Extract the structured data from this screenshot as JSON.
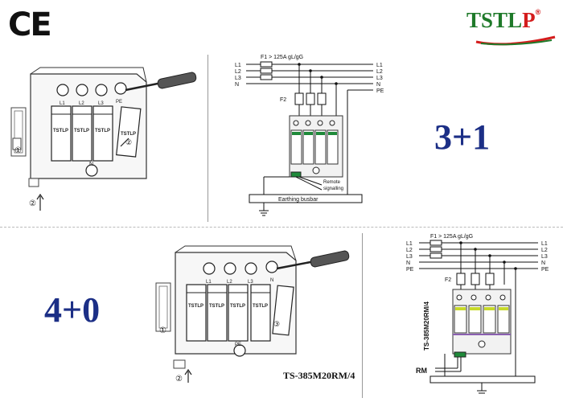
{
  "certification": {
    "mark": "CE"
  },
  "brand": {
    "name": "TSTLP",
    "letters": [
      {
        "ch": "T",
        "color": "#1f7a2a"
      },
      {
        "ch": "S",
        "color": "#1f7a2a"
      },
      {
        "ch": "T",
        "color": "#1f7a2a"
      },
      {
        "ch": "L",
        "color": "#1f7a2a"
      },
      {
        "ch": "P",
        "color": "#d41c1c"
      }
    ],
    "registered": "®"
  },
  "top_diagram": {
    "config_label": "3+1",
    "fuse_label": "F1 > 125A gL/gG",
    "fuse2_label": "F2",
    "lines_left": [
      "L1",
      "L2",
      "L3",
      "N"
    ],
    "lines_right": [
      "L1",
      "L2",
      "L3",
      "N",
      "PE"
    ],
    "remote_label_1": "Remote",
    "remote_label_2": "signalling",
    "busbar_label": "Earthing busbar",
    "device_terminals": [
      "L1",
      "L2",
      "L3",
      "PE"
    ],
    "device_bottom_terminal": "N",
    "module_brand": "TSTLP",
    "step_1": "①",
    "step_2": "②"
  },
  "bottom_diagram": {
    "config_label": "4+0",
    "fuse_label": "F1 > 125A gL/gG",
    "fuse2_label": "F2",
    "lines_left": [
      "L1",
      "L2",
      "L3",
      "N",
      "PE"
    ],
    "lines_right": [
      "L1",
      "L2",
      "L3",
      "N",
      "PE"
    ],
    "vertical_model": "TS-385M20RM/4",
    "rm_label": "RM",
    "device_terminals": [
      "L1",
      "L2",
      "L3",
      "N"
    ],
    "device_bottom_terminal": "PE",
    "module_brand": "TSTLP",
    "model_caption": "TS-385M20RM/4",
    "step_1": "①",
    "step_2": "②",
    "step_3": "③"
  },
  "colors": {
    "config_blue": "#1c2f86",
    "module_green": "#1f8a3a",
    "line_black": "#111111"
  }
}
